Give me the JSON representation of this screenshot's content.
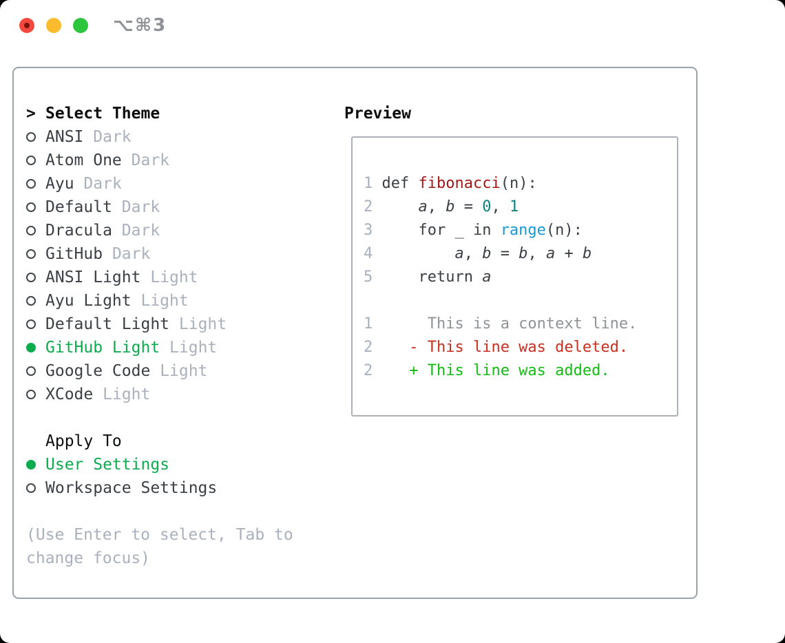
{
  "window": {
    "title": "⌥⌘3"
  },
  "traffic_lights": {
    "close": "#f3493f",
    "minimize": "#fcbb2d",
    "zoom": "#2cc53d"
  },
  "theme_panel": {
    "header_prefix": ">",
    "header": "Select Theme",
    "items": [
      {
        "name": "ANSI",
        "variant": "Dark",
        "selected": false
      },
      {
        "name": "Atom One",
        "variant": "Dark",
        "selected": false
      },
      {
        "name": "Ayu",
        "variant": "Dark",
        "selected": false
      },
      {
        "name": "Default",
        "variant": "Dark",
        "selected": false
      },
      {
        "name": "Dracula",
        "variant": "Dark",
        "selected": false
      },
      {
        "name": "GitHub",
        "variant": "Dark",
        "selected": false
      },
      {
        "name": "ANSI Light",
        "variant": "Light",
        "selected": false
      },
      {
        "name": "Ayu Light",
        "variant": "Light",
        "selected": false
      },
      {
        "name": "Default Light",
        "variant": "Light",
        "selected": false
      },
      {
        "name": "GitHub Light",
        "variant": "Light",
        "selected": true
      },
      {
        "name": "Google Code",
        "variant": "Light",
        "selected": false
      },
      {
        "name": "XCode",
        "variant": "Light",
        "selected": false
      }
    ]
  },
  "apply_to": {
    "header": "Apply To",
    "options": [
      {
        "label": "User Settings",
        "selected": true
      },
      {
        "label": "Workspace Settings",
        "selected": false
      }
    ]
  },
  "hint_text": "(Use Enter to select, Tab to\nchange focus)",
  "preview": {
    "header": "Preview",
    "code_lines": [
      {
        "num": "1",
        "tokens": [
          {
            "t": "def ",
            "c": "plain"
          },
          {
            "t": "fibonacci",
            "c": "fn"
          },
          {
            "t": "(n):",
            "c": "plain"
          }
        ]
      },
      {
        "num": "2",
        "tokens": [
          {
            "t": "    ",
            "c": "plain"
          },
          {
            "t": "a",
            "c": "var"
          },
          {
            "t": ", ",
            "c": "plain"
          },
          {
            "t": "b",
            "c": "var"
          },
          {
            "t": " = ",
            "c": "plain"
          },
          {
            "t": "0",
            "c": "num"
          },
          {
            "t": ", ",
            "c": "plain"
          },
          {
            "t": "1",
            "c": "num"
          }
        ]
      },
      {
        "num": "3",
        "tokens": [
          {
            "t": "    for _ in ",
            "c": "plain"
          },
          {
            "t": "range",
            "c": "builtin"
          },
          {
            "t": "(n):",
            "c": "plain"
          }
        ]
      },
      {
        "num": "4",
        "tokens": [
          {
            "t": "        ",
            "c": "plain"
          },
          {
            "t": "a",
            "c": "var"
          },
          {
            "t": ", ",
            "c": "plain"
          },
          {
            "t": "b",
            "c": "var"
          },
          {
            "t": " = ",
            "c": "plain"
          },
          {
            "t": "b",
            "c": "var"
          },
          {
            "t": ", ",
            "c": "plain"
          },
          {
            "t": "a",
            "c": "var"
          },
          {
            "t": " + ",
            "c": "plain"
          },
          {
            "t": "b",
            "c": "var"
          }
        ]
      },
      {
        "num": "5",
        "tokens": [
          {
            "t": "    return ",
            "c": "plain"
          },
          {
            "t": "a",
            "c": "var"
          }
        ]
      }
    ],
    "diff_lines": [
      {
        "num": "1",
        "marker": "",
        "kind": "context",
        "text": "This is a context line."
      },
      {
        "num": "2",
        "marker": "-",
        "kind": "deleted",
        "text": "This line was deleted."
      },
      {
        "num": "2",
        "marker": "+",
        "kind": "added",
        "text": "This line was added."
      }
    ]
  },
  "colors": {
    "accent_green": "#0cab4d",
    "diff_added": "#13bb13",
    "diff_deleted": "#c9301f",
    "diff_context": "#8f9398",
    "function_red": "#a61717",
    "number_teal": "#0d8080",
    "builtin_blue": "#1899d4",
    "code_plain": "#3a3f45",
    "line_number": "#a6b0bf",
    "muted_gray": "#a9b1bd",
    "panel_border": "#99a1ab",
    "titlebar_text": "#8e9195",
    "traffic_red": "#f3493f",
    "traffic_yellow": "#fcbb2d",
    "traffic_green": "#2cc53d"
  }
}
